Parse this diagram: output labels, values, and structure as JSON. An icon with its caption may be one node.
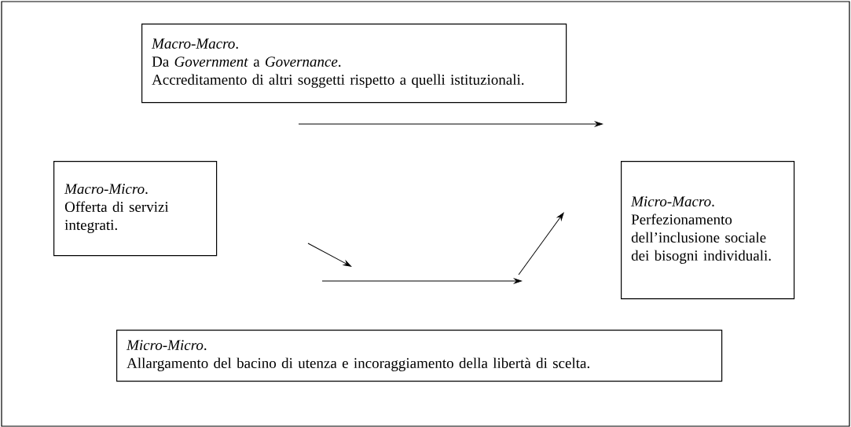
{
  "diagram": {
    "nodes": [
      {
        "text": [
          "*Macro-Macro*.",
          "Da *Government* a *Governance*.",
          "Accreditamento di altri soggetti rispetto a quelli istituzionali."
        ]
      },
      {
        "text": [
          "*Macro-Micro*.",
          "Offerta di servizi integrati."
        ]
      },
      {
        "text": [
          "*Micro-Macro*.",
          "Perfezionamento dell’inclusione sociale dei bisogni individuali."
        ]
      },
      {
        "text": [
          "*Micro-Micro*.",
          "Allargamento del bacino di utenza e incoraggiamento della libertà di scelta."
        ]
      }
    ]
  }
}
